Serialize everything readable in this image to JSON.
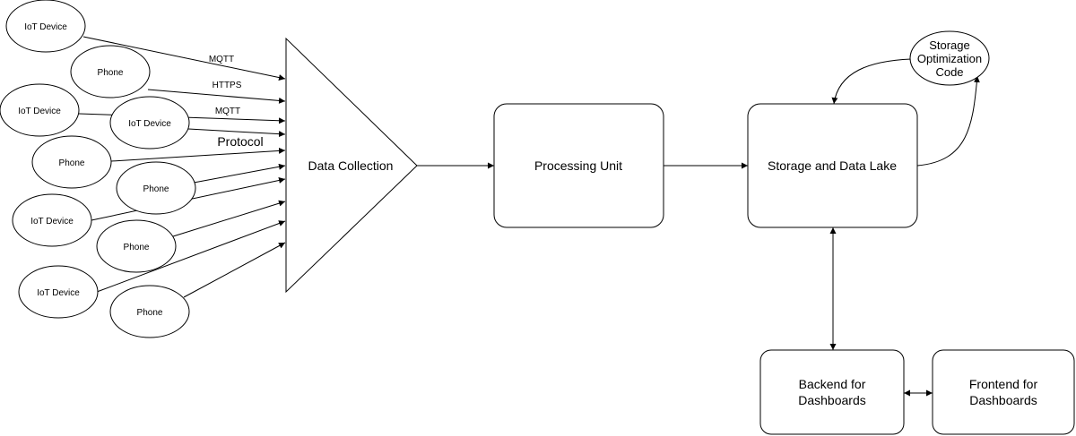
{
  "devices": [
    {
      "label": "IoT Device"
    },
    {
      "label": "Phone"
    },
    {
      "label": "IoT Device"
    },
    {
      "label": "IoT Device"
    },
    {
      "label": "Phone"
    },
    {
      "label": "Phone"
    },
    {
      "label": "IoT Device"
    },
    {
      "label": "Phone"
    },
    {
      "label": "IoT Device"
    },
    {
      "label": "Phone"
    }
  ],
  "protocols": {
    "mqtt_1": "MQTT",
    "https": "HTTPS",
    "mqtt_2": "MQTT",
    "protocol": "Protocol"
  },
  "nodes": {
    "data_collection": "Data Collection",
    "processing_unit": "Processing Unit",
    "storage": "Storage and Data Lake",
    "optimization": [
      "Storage",
      "Optimization",
      "Code"
    ],
    "backend": [
      "Backend for",
      "Dashboards"
    ],
    "frontend": [
      "Frontend for",
      "Dashboards"
    ]
  }
}
